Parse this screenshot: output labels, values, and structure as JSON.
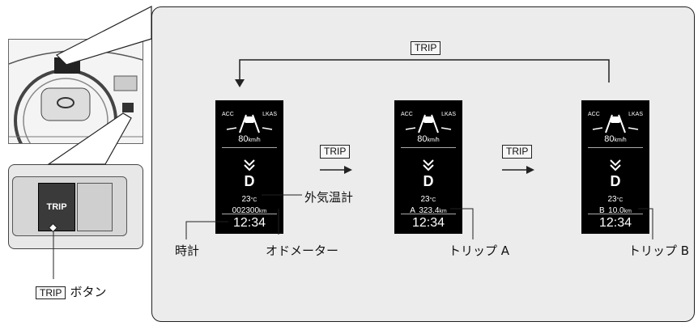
{
  "trip_button_label": "TRIP",
  "trip_cycle_label": "TRIP",
  "arrow1_label": "TRIP",
  "arrow2_label": "TRIP",
  "trip_button_caption_box": "TRIP",
  "trip_button_caption": "ボタン",
  "labels": {
    "outside_temp": "外気温計",
    "clock": "時計",
    "odometer": "オドメーター",
    "trip_a": "トリップ A",
    "trip_b": "トリップ B"
  },
  "displays": [
    {
      "acc": "ACC",
      "lkas": "LKAS",
      "speed": "80",
      "speed_unit": "km/h",
      "gear": "D",
      "temp": "23",
      "temp_unit": "°C",
      "prefix": "",
      "reading": "002300",
      "reading_unit": "km",
      "clock": "12:34"
    },
    {
      "acc": "ACC",
      "lkas": "LKAS",
      "speed": "80",
      "speed_unit": "km/h",
      "gear": "D",
      "temp": "23",
      "temp_unit": "°C",
      "prefix": "A",
      "reading": "323.4",
      "reading_unit": "km",
      "clock": "12:34"
    },
    {
      "acc": "ACC",
      "lkas": "LKAS",
      "speed": "80",
      "speed_unit": "km/h",
      "gear": "D",
      "temp": "23",
      "temp_unit": "°C",
      "prefix": "B",
      "reading": "10.0",
      "reading_unit": "km",
      "clock": "12:34"
    }
  ]
}
